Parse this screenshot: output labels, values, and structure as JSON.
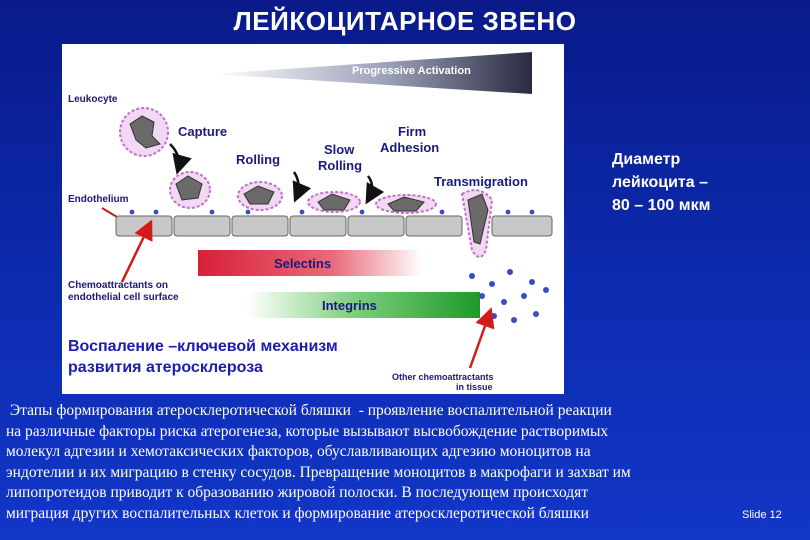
{
  "title": "ЛЕЙКОЦИТАРНОЕ ЗВЕНО",
  "figure": {
    "progressive_activation": "Progressive Activation",
    "leukocyte": "Leukocyte",
    "capture": "Capture",
    "rolling": "Rolling",
    "slow": "Slow",
    "slow_rolling": "Rolling",
    "firm": "Firm",
    "adhesion": "Adhesion",
    "transmigration": "Transmigration",
    "endothelium": "Endothelium",
    "selectins": "Selectins",
    "integrins": "Integrins",
    "chemo_line1": "Chemoattractants on",
    "chemo_line2": "endothelial cell surface",
    "other_line1": "Other chemoattractants",
    "other_line2": "in tissue",
    "caption_line1": "Воспаление –ключевой механизм",
    "caption_line2": "развития атеросклероза",
    "colors": {
      "selectins": "#d81f3a",
      "integrins": "#1f9a2a",
      "cell": "#7a7a7a",
      "membrane": "#e2a0e6",
      "arrow": "#d41a1a"
    }
  },
  "side_note": {
    "line1": "Диаметр",
    "line2": "лейкоцита –",
    "line3": "80 – 100 мкм"
  },
  "body": {
    "lines": [
      " Этапы формирования атеросклеротической бляшки  - проявление воспалительной реакции",
      "на различные факторы риска атерогенеза,  которые вызывают  высвобождение растворимых",
      "молекул адгезии и хемотаксических факторов,  обуславливающих адгезию моноцитов на",
      "эндотелии и их миграцию в стенку сосудов. Превращение моноцитов в макрофаги и захват им",
      "липопротеидов приводит к образованию жировой полоски. В последующем происходят",
      "миграция других воспалительных клеток и формирование атеросклеротической бляшки"
    ]
  },
  "slide_number": "Slide 12"
}
